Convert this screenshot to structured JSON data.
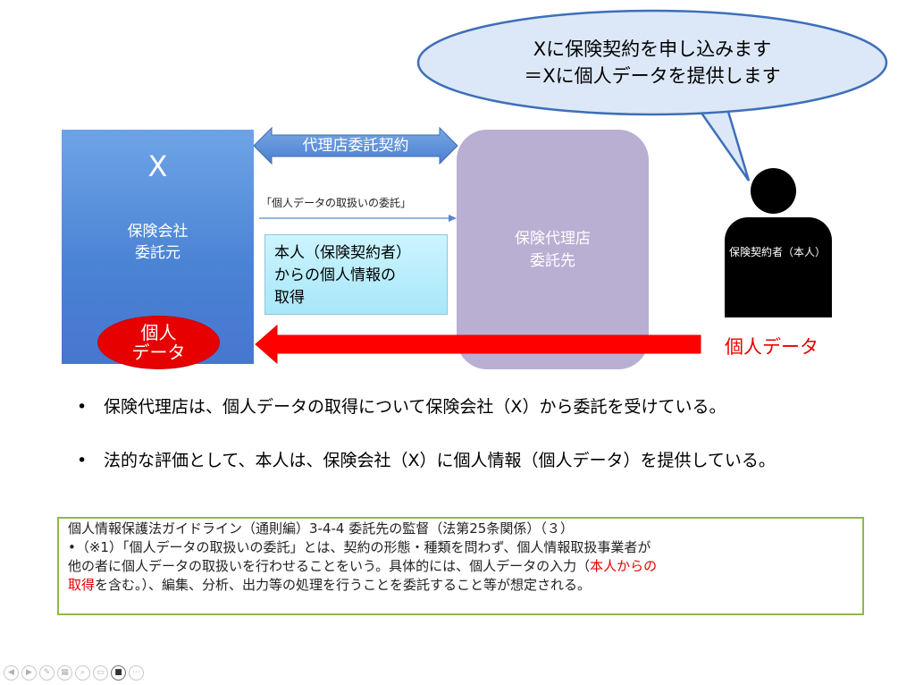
{
  "speech_bubble": {
    "lines": [
      "Xに保険契約を申し込みます",
      "＝Xに個人データを提供します"
    ]
  },
  "insurer": {
    "symbol": "X",
    "lines": [
      "保険会社",
      "委託元"
    ],
    "data_label_lines": [
      "個人",
      "データ"
    ]
  },
  "agency": {
    "lines": [
      "保険代理店",
      "委託先"
    ]
  },
  "contract_label": "代理店委託契約",
  "entrust_label": "「個人データの取扱いの委託」",
  "info_box": {
    "lines": [
      "本人（保険契約者）",
      "からの個人情報の",
      "取得"
    ]
  },
  "person": {
    "label": "保険契約者（本人）"
  },
  "personal_data_label": "個人データ",
  "bullets": [
    "保険代理店は、個人データの取得について保険会社（X）から委託を受けている。",
    "法的な評価として、本人は、保険会社（X）に個人情報（個人データ）を提供している。"
  ],
  "note": {
    "line1": "個人情報保護法ガイドライン（通則編）3-4-4 委託先の監督（法第25条関係）（３）",
    "line2": "•（※1）「個人データの取扱いの委託」とは、契約の形態・種類を問わず、個人情報取扱事業者が",
    "line3_a": "他の者に個人データの取扱いを行わせることをいう。具体的には、個人データの入力（",
    "line3_red": "本人からの",
    "line4_red": "取得",
    "line4_b": "を含む。）、編集、分析、出力等の処理を行うことを委託すること等が想定される。"
  },
  "colors": {
    "insurer_blue": "#4a82d4",
    "agency_purple": "#b9afd3",
    "contract_arrow": "#5b8fd6",
    "data_red": "#e60000",
    "note_border": "#8fb94f",
    "info_cyan": "#a7e7f8"
  },
  "nav_icons": [
    "prev-icon",
    "next-icon",
    "pen-icon",
    "slides-icon",
    "zoom-icon",
    "subtitles-icon",
    "camera-icon",
    "more-icon"
  ]
}
